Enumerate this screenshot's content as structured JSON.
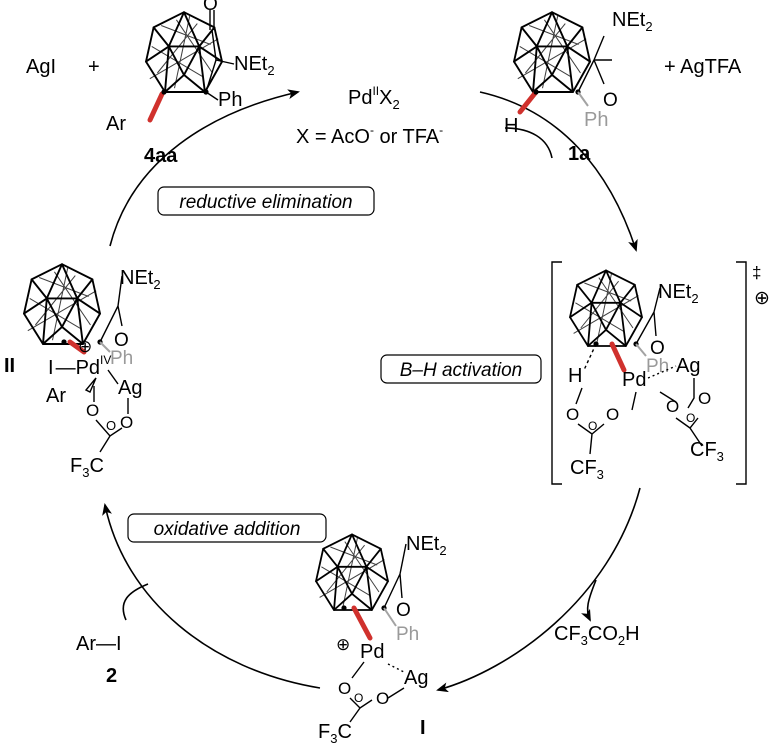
{
  "catalyst": {
    "pd": "Pd",
    "ox": "II",
    "x": "X",
    "sub2": "2"
  },
  "x_def": {
    "a": "X = AcO",
    "minus1": "-",
    "b": " or TFA",
    "minus2": "-"
  },
  "left_top": {
    "agi": "AgI",
    "plus": "+"
  },
  "right_top": {
    "plus_agtfa": "+ AgTFA"
  },
  "labels": {
    "reductive": "reductive elimination",
    "bh": "B–H activation",
    "oxidative": "oxidative addition"
  },
  "compounds": {
    "c4aa": "4aa",
    "c1a": "1a",
    "cI": "I",
    "cII": "II",
    "c2": "2"
  },
  "atoms": {
    "net": "NEt",
    "two": "2",
    "o": "O",
    "ph": "Ph",
    "ar": "Ar",
    "h": "H",
    "pd": "Pd",
    "ag": "Ag",
    "iv": "IV",
    "i": "I",
    "cf": "CF",
    "three": "3",
    "f": "F",
    "c": "C",
    "oplus": "⊕",
    "dagger": "‡",
    "co2h": "CO",
    "h_end": "H"
  },
  "byproduct": "CF3CO2H",
  "reagent": "Ar—I",
  "colors": {
    "red_bond": "#d0312d",
    "grey_ph": "#9a9a9a"
  }
}
